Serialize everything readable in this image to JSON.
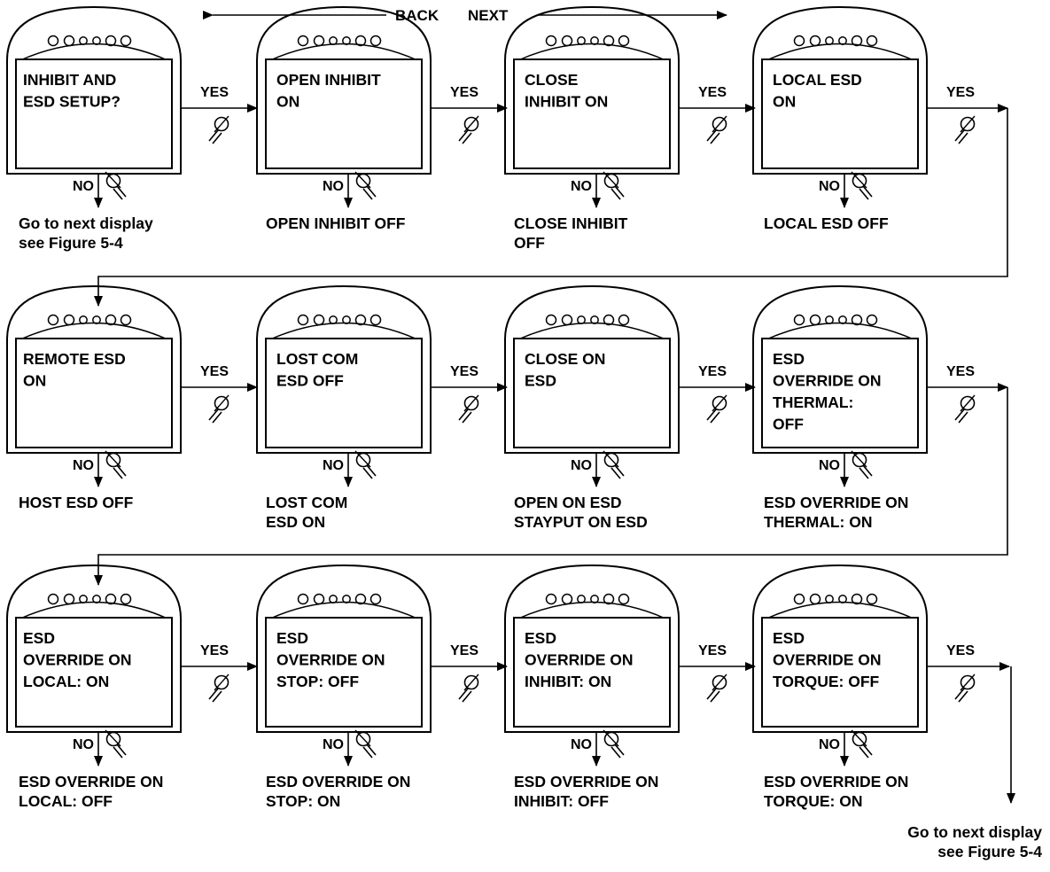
{
  "nav": {
    "back": "BACK",
    "next": "NEXT"
  },
  "yes_label": "YES",
  "no_label": "NO",
  "rows": [
    [
      {
        "screen": [
          "INHIBIT AND",
          "ESD SETUP?"
        ],
        "no_result": [
          "Go to next  display",
          "see Figure 5-4"
        ]
      },
      {
        "screen": [
          "OPEN INHIBIT",
          "ON"
        ],
        "no_result": [
          "OPEN INHIBIT OFF"
        ]
      },
      {
        "screen": [
          "CLOSE",
          "INHIBIT ON"
        ],
        "no_result": [
          "CLOSE INHIBIT",
          "OFF"
        ]
      },
      {
        "screen": [
          "LOCAL ESD",
          "ON"
        ],
        "no_result": [
          "LOCAL ESD OFF"
        ]
      }
    ],
    [
      {
        "screen": [
          "REMOTE ESD",
          "ON"
        ],
        "no_result": [
          "HOST ESD OFF"
        ]
      },
      {
        "screen": [
          "LOST COM",
          "ESD OFF"
        ],
        "no_result": [
          "LOST COM",
          "ESD ON"
        ]
      },
      {
        "screen": [
          "CLOSE ON",
          "ESD"
        ],
        "no_result": [
          "OPEN ON ESD",
          "STAYPUT ON ESD"
        ]
      },
      {
        "screen": [
          "ESD",
          "OVERRIDE ON",
          "THERMAL:",
          "OFF"
        ],
        "no_result": [
          "ESD OVERRIDE ON",
          "THERMAL: ON"
        ]
      }
    ],
    [
      {
        "screen": [
          "ESD",
          "OVERRIDE ON",
          "LOCAL: ON"
        ],
        "no_result": [
          "ESD OVERRIDE ON",
          "LOCAL: OFF"
        ]
      },
      {
        "screen": [
          "ESD",
          "OVERRIDE ON",
          "STOP: OFF"
        ],
        "no_result": [
          "ESD OVERRIDE ON",
          "STOP: ON"
        ]
      },
      {
        "screen": [
          "ESD",
          "OVERRIDE ON",
          "INHIBIT: ON"
        ],
        "no_result": [
          "ESD OVERRIDE ON",
          "INHIBIT: OFF"
        ]
      },
      {
        "screen": [
          "ESD",
          "OVERRIDE ON",
          "TORQUE: OFF"
        ],
        "no_result": [
          "ESD OVERRIDE ON",
          "TORQUE: ON"
        ]
      }
    ]
  ],
  "final": [
    "Go to next  display",
    "see Figure 5-4"
  ]
}
